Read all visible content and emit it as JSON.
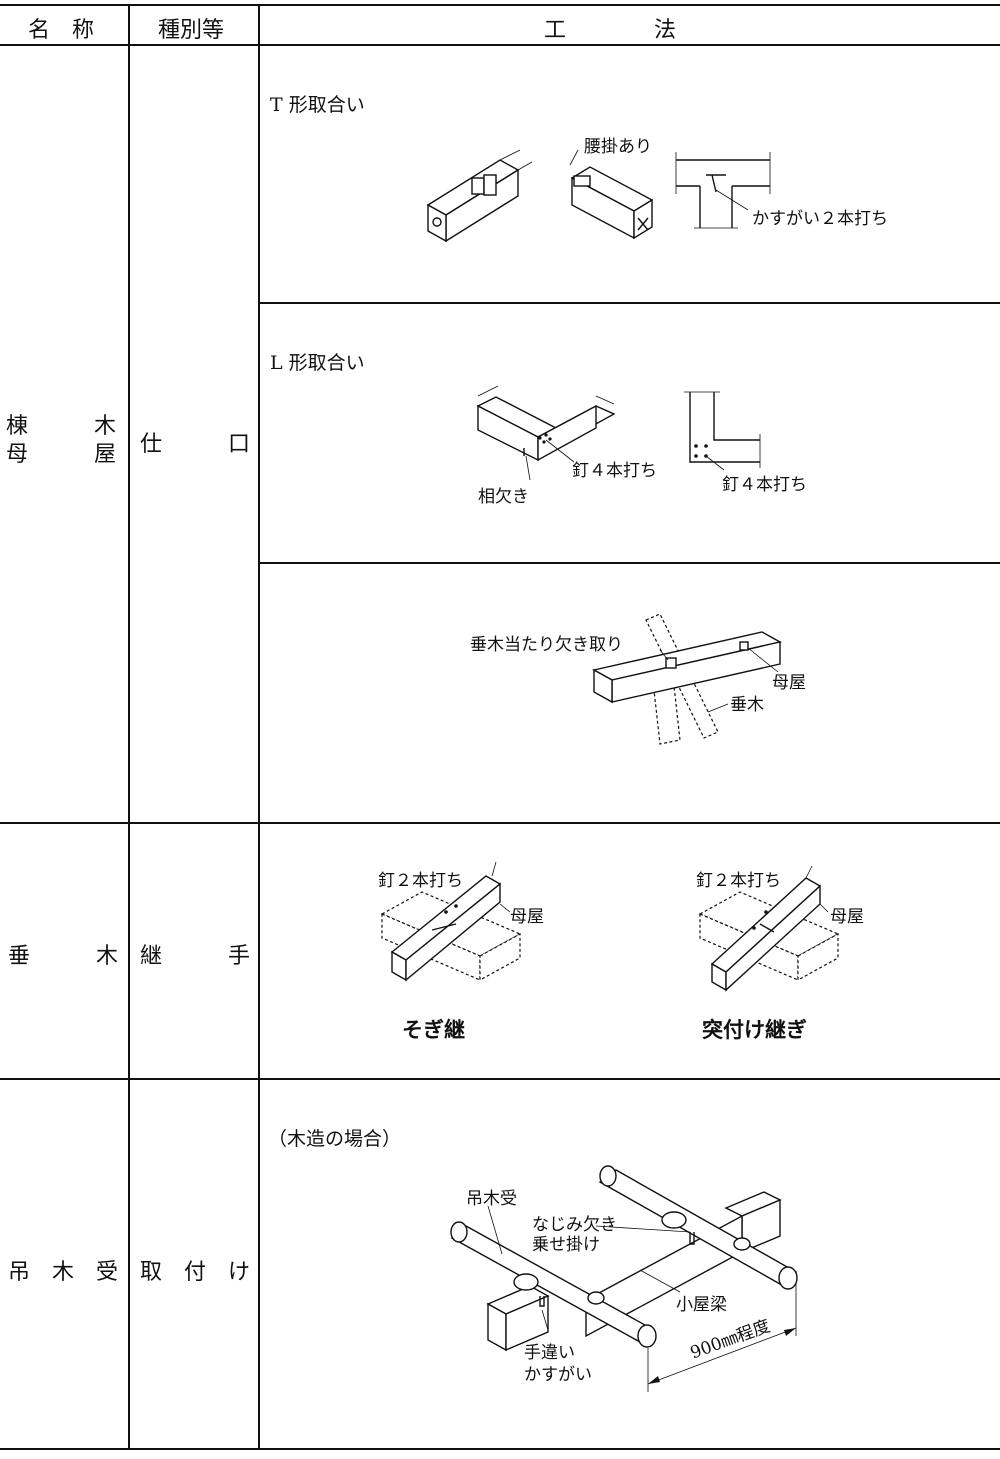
{
  "table": {
    "headers": {
      "name": "名　称",
      "type": "種別等",
      "method": "工　　　　法"
    },
    "rows": [
      {
        "name_line1": "棟　　　木",
        "name_line2": "母　　　屋",
        "type": "仕　　　口"
      },
      {
        "name": "垂　　　木",
        "type": "継　　　手"
      },
      {
        "name": "吊　木　受",
        "type": "取　付　け"
      }
    ]
  },
  "sections": {
    "t_joint": {
      "title": "T 形取合い",
      "label_koshikake": "腰掛あり",
      "label_kasugai": "かすがい２本打ち"
    },
    "l_joint": {
      "title": "L 形取合い",
      "label_kugi1": "釘４本打ち",
      "label_aikaki": "相欠き",
      "label_kugi2": "釘４本打ち"
    },
    "taruki_notch": {
      "label_notch": "垂木当たり欠き取り",
      "label_moya": "母屋",
      "label_taruki": "垂木"
    },
    "taruki_joint": {
      "left_kugi": "釘２本打ち",
      "left_moya": "母屋",
      "left_caption": "そぎ継",
      "right_kugi": "釘２本打ち",
      "right_moya": "母屋",
      "right_caption": "突付け継ぎ"
    },
    "tsurigi": {
      "title": "（木造の場合）",
      "label_tsurigiuke": "吊木受",
      "label_najimi1": "なじみ欠き",
      "label_najimi2": "乗せ掛け",
      "label_koyabari": "小屋梁",
      "label_techigai1": "手違い",
      "label_techigai2": "かすがい",
      "label_spacing": "900㎜程度"
    }
  }
}
